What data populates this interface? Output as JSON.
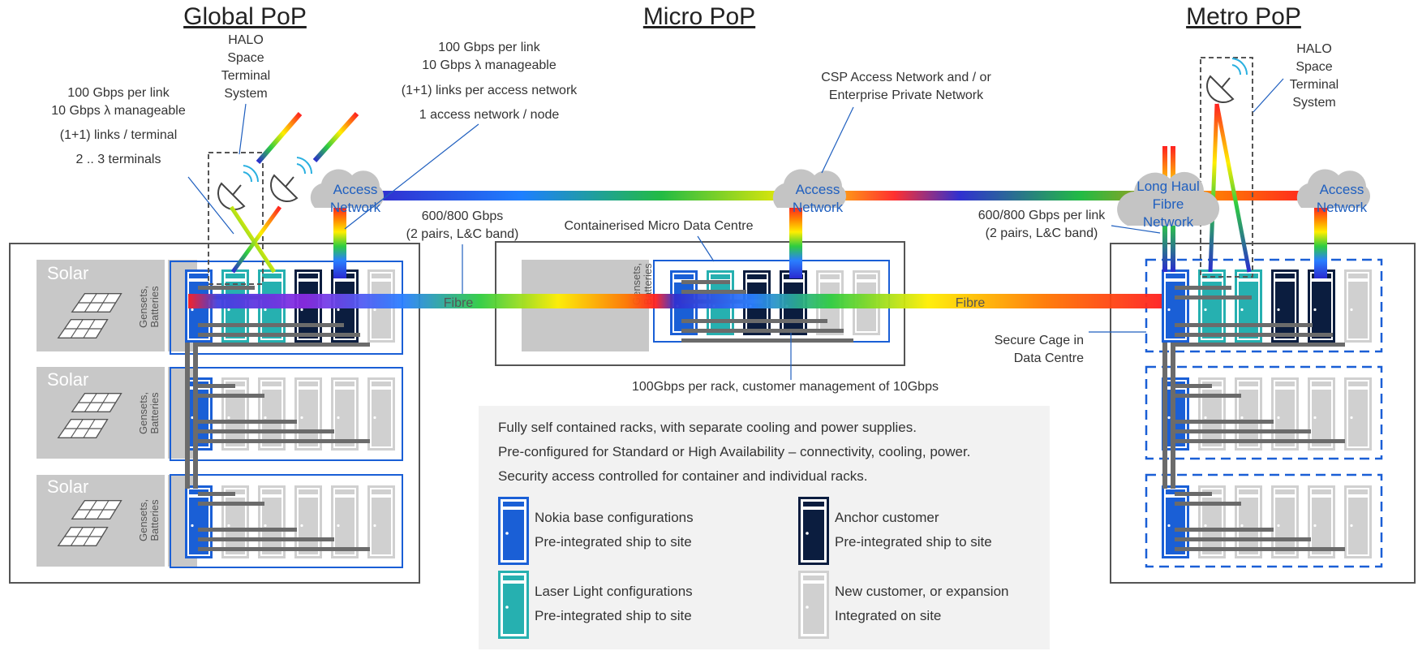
{
  "titles": {
    "global": "Global PoP",
    "micro": "Micro PoP",
    "metro": "Metro PoP"
  },
  "halo": {
    "line1": "HALO",
    "line2": "Space",
    "line3": "Terminal",
    "line4": "System"
  },
  "global_note": {
    "line1": "100 Gbps per link",
    "line2": "10 Gbps λ manageable",
    "line3": "(1+1) links / terminal",
    "line4": "2 .. 3 terminals"
  },
  "micro_note": {
    "line1": "100 Gbps per link",
    "line2": "10 Gbps λ manageable",
    "line3": "(1+1) links per access network",
    "line4": "1 access network / node"
  },
  "csp_note": {
    "line1": "CSP Access Network and / or",
    "line2": "Enterprise Private Network"
  },
  "access_network": {
    "line1": "Access",
    "line2": "Network"
  },
  "long_haul": {
    "line1": "Long Haul",
    "line2": "Fibre",
    "line3": "Network"
  },
  "fibre_note_left": {
    "line1": "600/800 Gbps",
    "line2": "(2 pairs, L&C band)"
  },
  "fibre_note_right": {
    "line1": "600/800 Gbps per link",
    "line2": "(2 pairs, L&C band)"
  },
  "container_label": "Containerised Micro Data Centre",
  "fibre_label": "Fibre",
  "solar_label": "Solar",
  "gensets": {
    "line1": "Gensets,",
    "line2": "Batteries"
  },
  "secure_cage": {
    "line1": "Secure Cage in",
    "line2": "Data Centre"
  },
  "rack_note": "100Gbps per rack, customer management of 10Gbps",
  "legend": {
    "line1": "Fully self contained racks, with separate cooling and power supplies.",
    "line2": "Pre-configured for Standard or High Availability – connectivity, cooling, power.",
    "line3": "Security access controlled for container and individual racks.",
    "items": [
      {
        "name": "Nokia base configurations",
        "sub": "Pre-integrated ship to site",
        "color": "#1a5fd6"
      },
      {
        "name": "Anchor customer",
        "sub": "Pre-integrated ship to site",
        "color": "#0b1d3f"
      },
      {
        "name": "Laser Light configurations",
        "sub": "Pre-integrated ship to site",
        "color": "#26b0b0"
      },
      {
        "name": "New customer, or expansion",
        "sub": "Integrated on site",
        "color": "#d0d0d0"
      }
    ]
  },
  "colors": {
    "nokia_blue": "#1a5fd6",
    "anchor_navy": "#0b1d3f",
    "laser_teal": "#26b0b0",
    "new_gray": "#d0d0d0",
    "label_blue": "#1f5fbf"
  }
}
